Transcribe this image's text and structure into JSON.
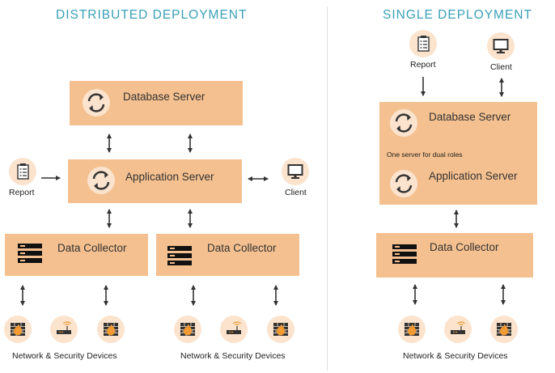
{
  "headings": {
    "distributed": "DISTRIBUTED DEPLOYMENT",
    "single": "SINGLE DEPLOYMENT"
  },
  "distributed": {
    "database_server": "Database Server",
    "application_server": "Application Server",
    "report": "Report",
    "client": "Client",
    "collectors": [
      {
        "label": "Data Collector",
        "devices_label": "Network & Security Devices"
      },
      {
        "label": "Data Collector",
        "devices_label": "Network & Security Devices"
      }
    ]
  },
  "single": {
    "report": "Report",
    "client": "Client",
    "database_server": "Database Server",
    "note": "One server for dual roles",
    "application_server": "Application Server",
    "collector": "Data Collector",
    "devices_label": "Network & Security Devices"
  },
  "colors": {
    "box": "#f5c08f",
    "icon_circle": "#fbe3cd",
    "heading": "#3aa0b7",
    "accent_orange": "#f39a32"
  },
  "icons": [
    "sync-icon",
    "server-rack-icon",
    "report-icon",
    "monitor-icon",
    "firewall-icon",
    "router-icon"
  ]
}
